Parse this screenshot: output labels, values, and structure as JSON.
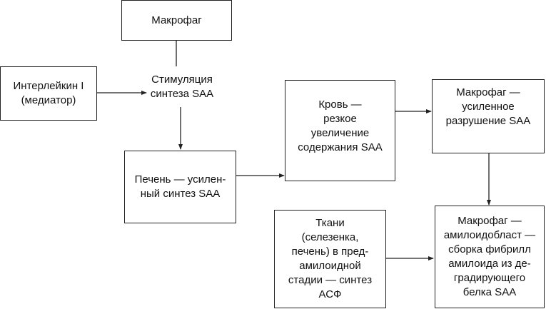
{
  "nodes": {
    "macrophage_top": "Макрофаг",
    "interleukin": "Интерлейкин I\n(медиатор)",
    "stimulation": "Стимуляция\nсинтеза SAA",
    "liver": "Печень — усилен-\nный синтез SAA",
    "blood": "Кровь —\nрезкое\nувеличение\nсодержания SAA",
    "macrophage_destruction": "Макрофаг —\nусиленное\nразрушение SAA",
    "tissues": "Ткани\n(селезенка,\nпечень) в пред-\nамилоидной\nстадии — синтез\nАСФ",
    "macrophage_amyloidoblast": "Макрофаг —\nамилоидобласт —\nсборка фибрилл\nамилоида из де-\nградирующего\nбелка SAA"
  }
}
